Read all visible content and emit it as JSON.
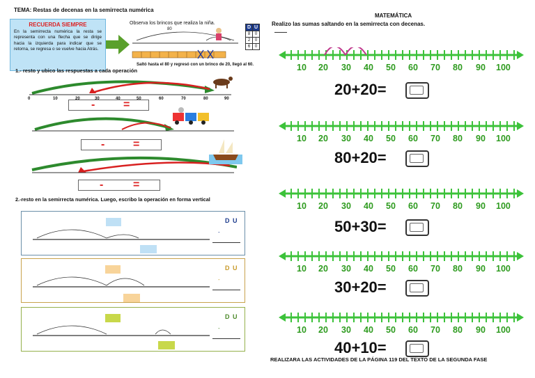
{
  "left": {
    "title": "TEMA: Restas de decenas en la semirrecta numérica",
    "recuerda_title": "RECUERDA SIEMPRE",
    "recuerda_text": "En la semirrecta numérica la resta se representa con una flecha que se dirige hacia la izquierda para indicar que se retorna, se regresa o se vuelve hacia Atrás.",
    "observa_title": "Observa los brincos que realiza la niña.",
    "observa_value": "80",
    "observa_caption": "Saltó hasta el 80 y regresó con un brinco de 20, llegó al 60.",
    "du_header": [
      "D",
      "U"
    ],
    "du_rows": [
      [
        "8",
        "0"
      ],
      [
        "2",
        "0"
      ],
      [
        "6",
        "0"
      ]
    ],
    "section1": "1.- resto y ubico las respuestas a cada operación",
    "section2": "2.-resto en la semirrecta numérica.  Luego, escribo la operación en forma vertical",
    "ticks1": [
      "0",
      "10",
      "20",
      "30",
      "40",
      "50",
      "60",
      "70",
      "80",
      "90"
    ],
    "minus": "-",
    "equals": "=",
    "panel_header": "D U",
    "panel_minus": "-"
  },
  "right": {
    "title": "MATEMÁTICA",
    "instruction": "Realizo las sumas saltando en la semirrecta con decenas.",
    "ticks": [
      "10",
      "20",
      "30",
      "40",
      "50",
      "60",
      "70",
      "80",
      "90",
      "100"
    ],
    "equations": [
      "20+20=",
      "80+20=",
      "50+30=",
      "30+20=",
      "40+10="
    ],
    "footer": "REALIZARA LAS ACTIVIDADES DE LA PÁGINA  119 DEL TEXTO DE LA SEGUNDA FASE"
  },
  "colors": {
    "green_line": "#3cc23a",
    "arc": "#c0398d",
    "red_arrow": "#d82020",
    "green_arrow": "#2d8a2d",
    "panel_blue": "#bfe0f5",
    "panel_orange": "#f8d49a",
    "panel_green": "#c8d84a"
  }
}
